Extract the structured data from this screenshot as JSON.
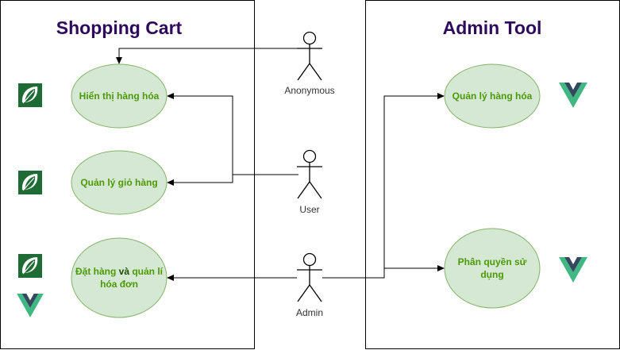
{
  "boundaries": {
    "left": {
      "title": "Shopping Cart"
    },
    "right": {
      "title": "Admin Tool"
    }
  },
  "use_cases": {
    "display_goods": {
      "label": "Hiển thị hàng hóa"
    },
    "manage_cart": {
      "label": "Quản lý giỏ hàng"
    },
    "order_manage": {
      "line1_a": "Đặt hàng",
      "line1_b": " và ",
      "line1_c": "quản lí",
      "line2": "hóa đơn"
    },
    "manage_goods": {
      "label": "Quản lý hàng hóa"
    },
    "permissions": {
      "line1": "Phân quyền sử",
      "line2": "dụng"
    }
  },
  "actors": {
    "anonymous": {
      "label": "Anonymous"
    },
    "user": {
      "label": "User"
    },
    "admin": {
      "label": "Admin"
    }
  },
  "icons": {
    "tech_left": "leaf-logo-icon",
    "tech_right": "vue-logo-icon"
  },
  "colors": {
    "title": "#2e0a5c",
    "usecase_fill": "#d5e8d4",
    "usecase_stroke": "#82b366",
    "usecase_text": "#4d9900",
    "leaf_bg": "#1e6b33",
    "vue_outer": "#41b883",
    "vue_inner": "#35495e"
  }
}
